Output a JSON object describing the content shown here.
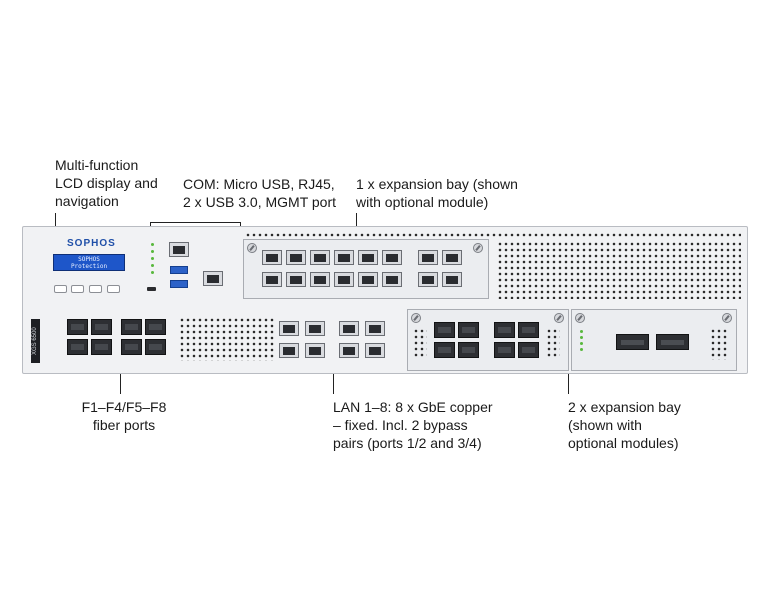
{
  "callouts": {
    "lcd": "Multi-function\nLCD display and\nnavigation",
    "com": "COM: Micro USB, RJ45,\n2 x USB 3.0, MGMT port",
    "expansion_top": "1 x expansion bay (shown\nwith optional module)",
    "fiber": "F1–F4/F5–F8\nfiber ports",
    "lan": "LAN 1–8: 8 x GbE copper\n– fixed. Incl. 2 bypass\npairs (ports 1/2 and 3/4)",
    "expansion_bottom": "2 x expansion bay\n(shown with\noptional modules)"
  },
  "device": {
    "brand": "SOPHOS",
    "lcd_line1": "SOPHOS",
    "lcd_line2": "Protection",
    "model_badge": "XGS 6500"
  },
  "colors": {
    "brand_blue": "#1f4fa8",
    "lcd_blue": "#1e56c9",
    "usb_blue": "#2c62c8",
    "led_green": "#58b83d"
  }
}
